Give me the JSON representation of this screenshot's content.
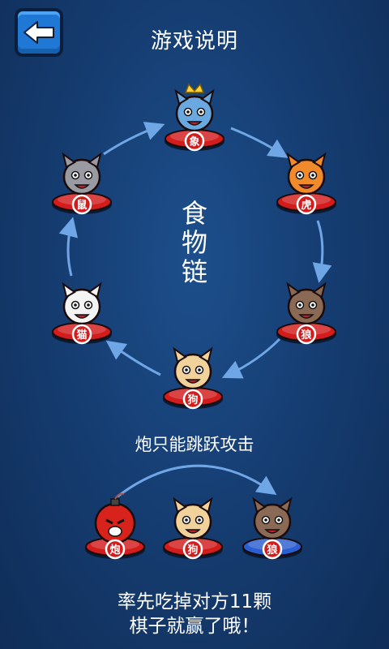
{
  "header": {
    "title": "游戏说明"
  },
  "center": {
    "label_chars": [
      "食",
      "物",
      "链"
    ]
  },
  "chain": [
    {
      "id": "elephant",
      "char": "象",
      "icon": "elephant-icon",
      "face": "#6aa8e0",
      "crowned": true
    },
    {
      "id": "tiger",
      "char": "虎",
      "icon": "tiger-icon",
      "face": "#f08a2a"
    },
    {
      "id": "wolf",
      "char": "狼",
      "icon": "wolf-icon",
      "face": "#8a6a55"
    },
    {
      "id": "dog",
      "char": "狗",
      "icon": "dog-icon",
      "face": "#f1d29a"
    },
    {
      "id": "cat",
      "char": "猫",
      "icon": "cat-icon",
      "face": "#f4f4f4"
    },
    {
      "id": "rat",
      "char": "鼠",
      "icon": "rat-icon",
      "face": "#9a9aa2"
    }
  ],
  "rule": {
    "label": "炮只能跳跃攻击",
    "pieces": [
      {
        "char": "炮",
        "icon": "cannon-icon",
        "face": "#d8221c",
        "team": "red"
      },
      {
        "char": "狗",
        "icon": "dog-icon",
        "face": "#f1d29a",
        "team": "red"
      },
      {
        "char": "狼",
        "icon": "wolf-icon",
        "face": "#8a6a55",
        "team": "blue"
      }
    ]
  },
  "footer": {
    "line1": "率先吃掉对方11颗",
    "line2": "棋子就赢了哦！"
  },
  "colors": {
    "arrow": "#6fa6e6",
    "red_base": "#d31c1c",
    "blue_base": "#2b5fd1",
    "badge": "#d31c1c",
    "accent": "#1f77d6"
  }
}
